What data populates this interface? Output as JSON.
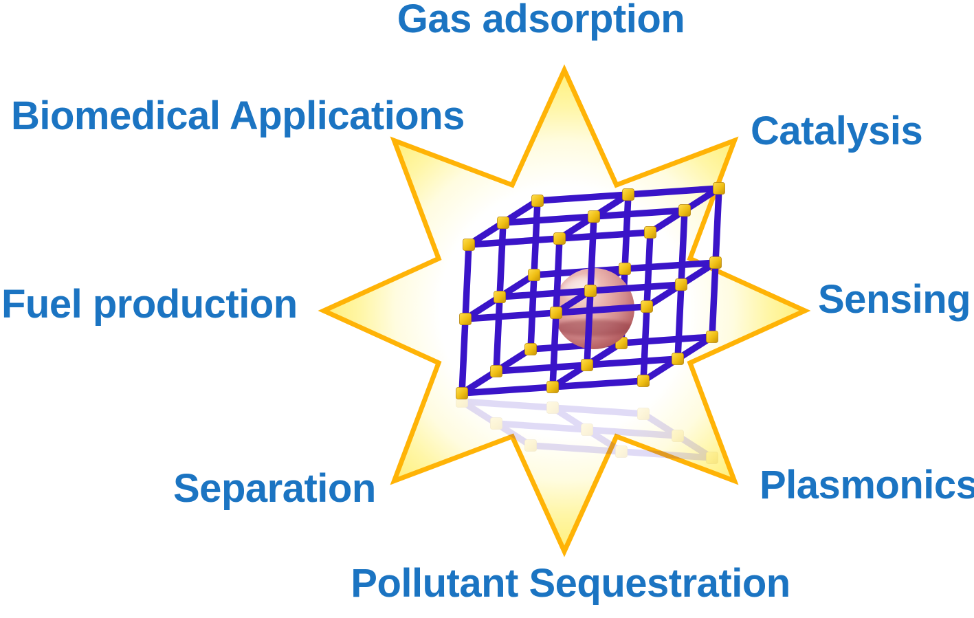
{
  "diagram": {
    "type": "starburst-application-map",
    "center_icon": "mof-cage-with-guest-sphere-icon",
    "labels": [
      {
        "id": "gas-adsorption",
        "text": "Gas adsorption",
        "position": "top"
      },
      {
        "id": "biomedical-applications",
        "text": "Biomedical Applications",
        "position": "top-left"
      },
      {
        "id": "catalysis",
        "text": "Catalysis",
        "position": "top-right"
      },
      {
        "id": "fuel-production",
        "text": "Fuel production",
        "position": "left"
      },
      {
        "id": "sensing",
        "text": "Sensing",
        "position": "right"
      },
      {
        "id": "separation",
        "text": "Separation",
        "position": "bottom-left"
      },
      {
        "id": "plasmonics",
        "text": "Plasmonics",
        "position": "bottom-right"
      },
      {
        "id": "pollutant-sequestration",
        "text": "Pollutant Sequestration",
        "position": "bottom"
      }
    ]
  },
  "colors": {
    "label-blue": "#1B74C2",
    "star-stroke": "#FFB306",
    "star-glow": "#FFEE70",
    "rod-blue": "#3A14C8",
    "joint-gold": "#EFBE13",
    "sphere-pink": "#D28B8D",
    "background": "#FFFFFF"
  }
}
